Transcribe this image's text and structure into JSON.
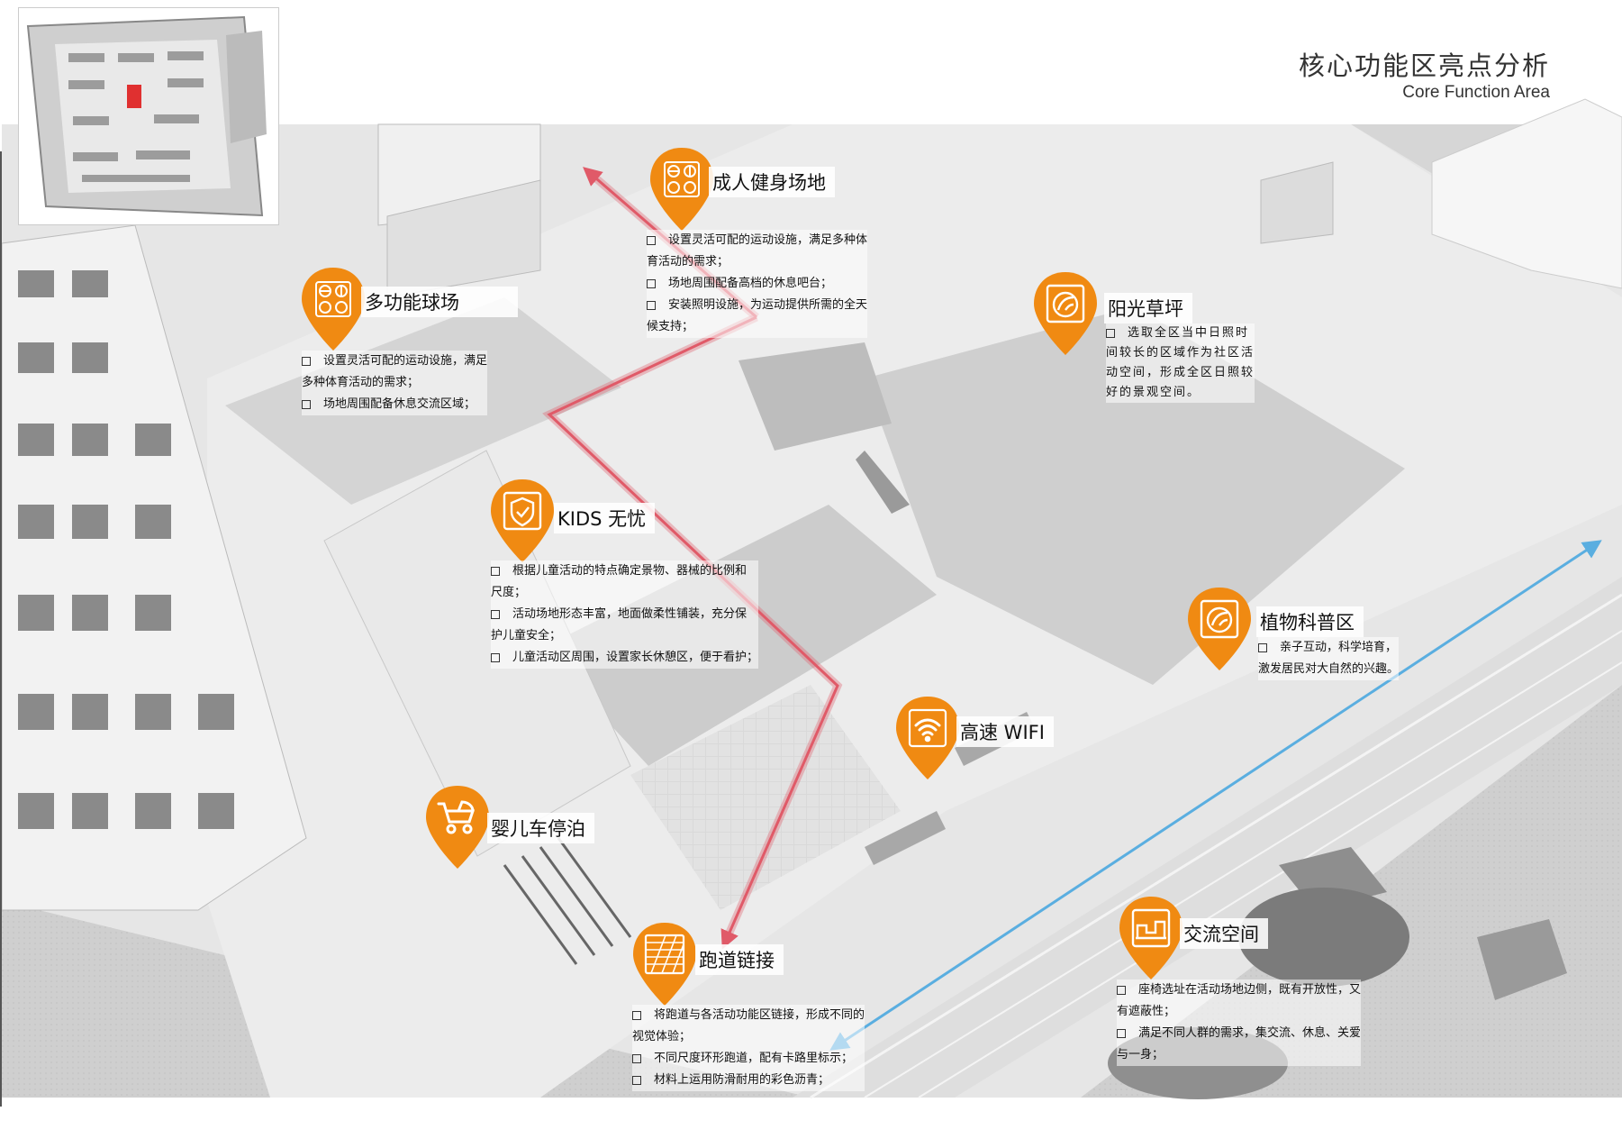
{
  "header": {
    "title": "核心功能区亮点分析",
    "subtitle": "Core Function Area"
  },
  "colors": {
    "marker": "#f08a12",
    "running_path": "#e05a68",
    "walk_path": "#5aaee0"
  },
  "zones": {
    "fitness": {
      "title": "成人健身场地",
      "icon": "sports-balls-icon",
      "lines": [
        {
          "bullet": true,
          "text": "设置灵活可配的运动设施，满足多种体"
        },
        {
          "bullet": false,
          "text": "育活动的需求；"
        },
        {
          "bullet": true,
          "text": "场地周围配备高档的休息吧台；"
        },
        {
          "bullet": true,
          "text": "安装照明设施，为运动提供所需的全天"
        },
        {
          "bullet": false,
          "text": "候支持；"
        }
      ]
    },
    "court": {
      "title": "多功能球场",
      "icon": "sports-balls-icon",
      "lines": [
        {
          "bullet": true,
          "text": "设置灵活可配的运动设施，满足"
        },
        {
          "bullet": false,
          "text": "多种体育活动的需求；"
        },
        {
          "bullet": true,
          "text": "场地周围配备休息交流区域；"
        }
      ]
    },
    "lawn": {
      "title": "阳光草坪",
      "icon": "plant-globe-icon",
      "lines": [
        {
          "bullet": true,
          "text": "选取全区当中日照时"
        },
        {
          "bullet": false,
          "text": "间较长的区域作为社区活"
        },
        {
          "bullet": false,
          "text": "动空间，形成全区日照较"
        },
        {
          "bullet": false,
          "text": "好的景观空间。"
        }
      ]
    },
    "kids": {
      "title": "KIDS 无忧",
      "icon": "shield-check-icon",
      "lines": [
        {
          "bullet": true,
          "text": "根据儿童活动的特点确定景物、器械的比例和"
        },
        {
          "bullet": false,
          "text": "尺度；"
        },
        {
          "bullet": true,
          "text": "活动场地形态丰富，地面做柔性铺装，充分保"
        },
        {
          "bullet": false,
          "text": "护儿童安全；"
        },
        {
          "bullet": true,
          "text": "儿童活动区周围，设置家长休憩区，便于看护；"
        }
      ]
    },
    "botany": {
      "title": "植物科普区",
      "icon": "plant-globe-icon",
      "lines": [
        {
          "bullet": true,
          "text": "亲子互动，科学培育，"
        },
        {
          "bullet": false,
          "text": "激发居民对大自然的兴趣。"
        }
      ]
    },
    "wifi": {
      "title": "高速 WIFI",
      "icon": "wifi-icon"
    },
    "stroller": {
      "title": "婴儿车停泊",
      "icon": "stroller-icon"
    },
    "track": {
      "title": "跑道链接",
      "icon": "track-surface-icon",
      "lines": [
        {
          "bullet": true,
          "text": "将跑道与各活动功能区链接，形成不同的"
        },
        {
          "bullet": false,
          "text": "视觉体验；"
        },
        {
          "bullet": true,
          "text": "不同尺度环形跑道，配有卡路里标示；"
        },
        {
          "bullet": true,
          "text": "材料上运用防滑耐用的彩色沥青；"
        }
      ]
    },
    "exchange": {
      "title": "交流空间",
      "icon": "bench-icon",
      "lines": [
        {
          "bullet": true,
          "text": "座椅选址在活动场地边侧，既有开放性，又"
        },
        {
          "bullet": false,
          "text": "有遮蔽性；"
        },
        {
          "bullet": true,
          "text": "满足不同人群的需求，集交流、休息、关爱"
        },
        {
          "bullet": false,
          "text": "与一身；"
        }
      ]
    }
  }
}
